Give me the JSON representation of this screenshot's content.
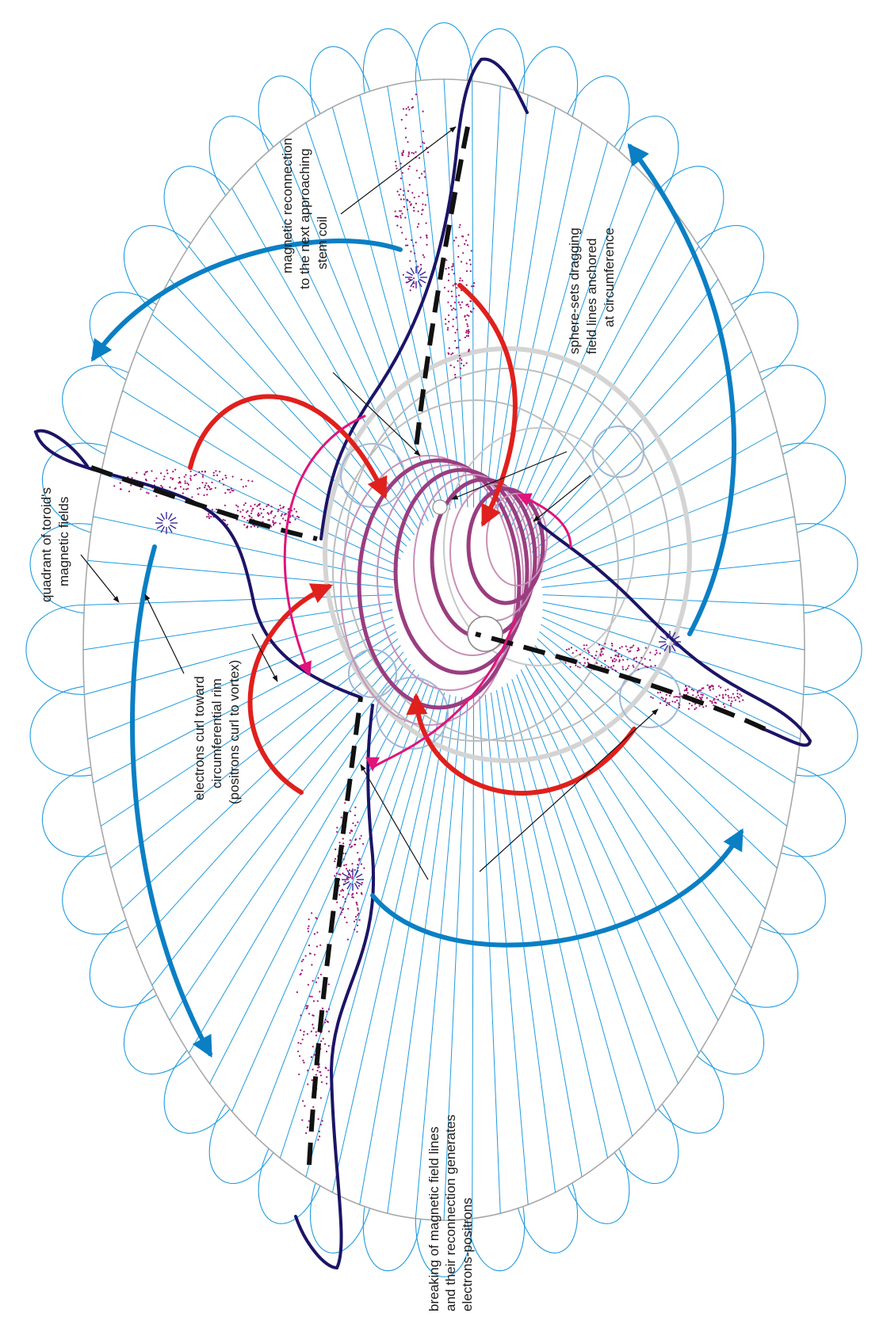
{
  "labels": {
    "quadrant": [
      "quadrant of toroid's",
      "magnetic fields"
    ],
    "breaking": [
      "breaking of magnetic field lines",
      "and their reconnection generates",
      "electrons-positrons"
    ],
    "electrons": [
      "electrons curl toward",
      "circumferential rim",
      "(positrons curl to vortex)"
    ],
    "reconnection": [
      "magnetic reconnection",
      "to the next approaching",
      "stem coil"
    ],
    "sphere_sets": [
      "sphere-sets dragging",
      "field lines anchored",
      "at circumference"
    ]
  },
  "colors": {
    "field_line": "#1f9be0",
    "outer_ellipse": "#a8a8a8",
    "blue_arrow": "#0a7fc4",
    "red_arrow": "#e0201c",
    "magenta_arrow": "#e0147a",
    "stem_coil": "#1c1466",
    "dashed_stem": "#111111",
    "particles": "#a01070",
    "inner_rings": "#b56aa0"
  }
}
